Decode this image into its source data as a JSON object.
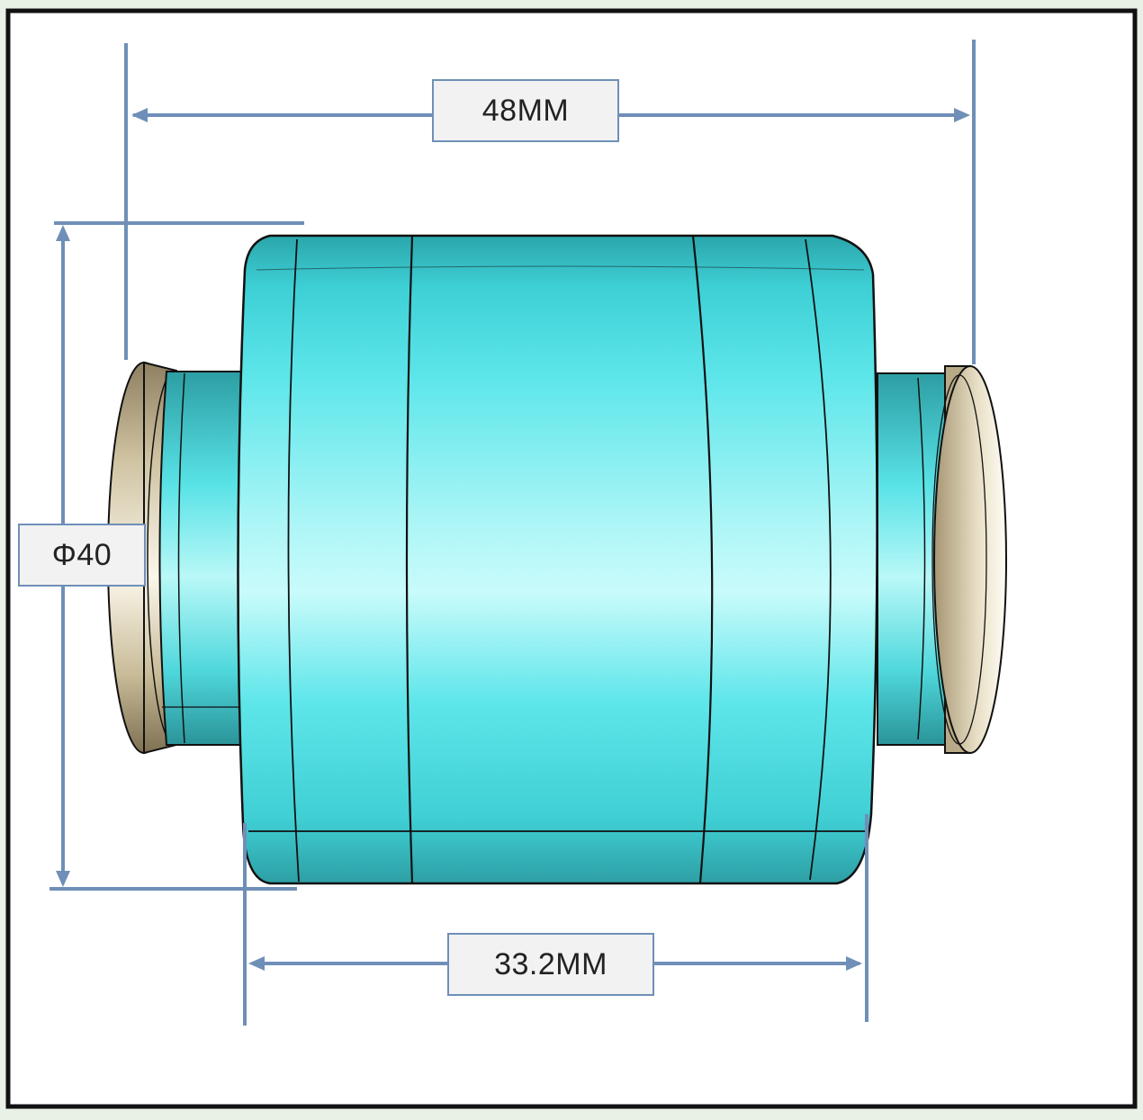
{
  "dimensions": {
    "overall_length": "48MM",
    "body_length": "33.2MM",
    "outer_diameter": "Φ40"
  },
  "colors": {
    "background": "#e9f1e6",
    "frame": "#111111",
    "panel": "#ffffff",
    "dimension_line": "#6f8fb8",
    "body_light": "#c6fbfb",
    "body_mid": "#5fe8ec",
    "body_dark": "#2f9ea3",
    "flange_light": "#f3ead6",
    "flange_dark": "#9c8d68"
  },
  "icons": {
    "part": "bushing-cylinder"
  }
}
